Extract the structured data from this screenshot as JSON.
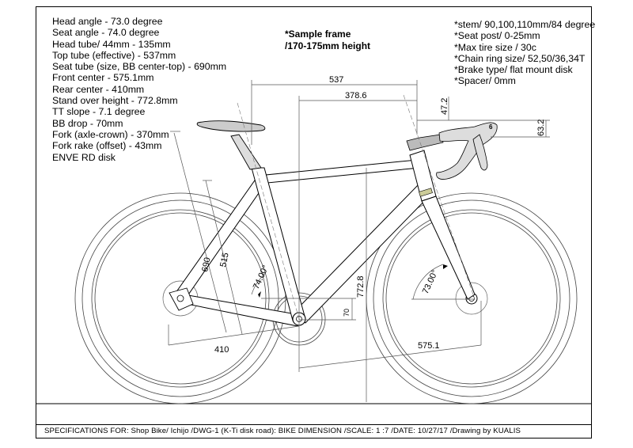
{
  "specs": [
    "Head angle - 73.0 degree",
    "Seat angle - 74.0 degree",
    "Head tube/ 44mm - 135mm",
    "Top tube (effective) - 537mm",
    "Seat tube (size, BB center-top) - 690mm",
    "Front center - 575.1mm",
    "Rear center - 410mm",
    "Stand over height - 772.8mm",
    "TT slope - 7.1 degree",
    "BB drop - 70mm",
    "Fork (axle-crown) - 370mm",
    "Fork rake (offset) - 43mm",
    "ENVE RD disk"
  ],
  "sample_frame": {
    "line1": "*Sample frame",
    "line2": "/170-175mm height"
  },
  "parts": [
    "*stem/ 90,100,110mm/84 degree",
    "*Seat post/ 0-25mm",
    "*Max tire size / 30c",
    "*Chain ring size/ 52,50/36,34T",
    "*Brake type/ flat mount disk",
    "*Spacer/ 0mm"
  ],
  "dimensions": {
    "top_tube": "537",
    "reach": "378.6",
    "stem_rise": "47.2",
    "bar_drop": "63.2",
    "bar_marker": "6",
    "seat_tube": "690",
    "seat_tube_short": "515",
    "seat_angle": "74.00°",
    "head_angle": "73.00°",
    "standover": "772.8",
    "bb_drop": "70",
    "rear_center": "410",
    "front_center": "575.1"
  },
  "footer": "SPECIFICATIONS FOR: Shop Bike/ Ichijo   /DWG-1 (K-Ti disk road): BIKE DIMENSION   /SCALE: 1 :7   /DATE: 10/27/17   /Drawing by KUALIS",
  "colors": {
    "line": "#000000",
    "thin": "#555555",
    "dash": "#777777",
    "frame_fill": "#ffffff"
  }
}
